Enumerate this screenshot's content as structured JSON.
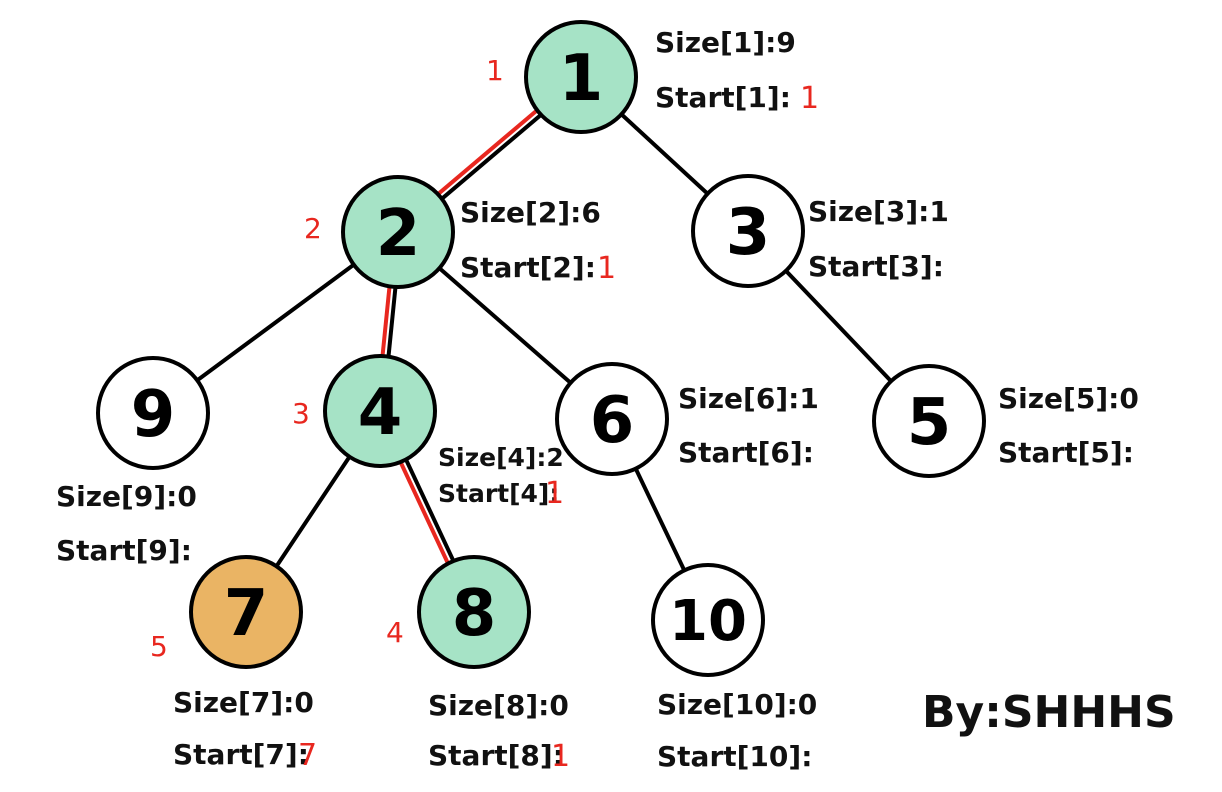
{
  "colors": {
    "heavy_path": "#a6e3c6",
    "current": "#eab464",
    "plain": "#ffffff",
    "stroke": "#000000",
    "accent_red": "#e8271f"
  },
  "nodes": [
    {
      "id": "1",
      "fill": "heavy_path",
      "size_label": "Size[1]:9",
      "start_label": "Start[1]:",
      "start_value": "1",
      "order": "1"
    },
    {
      "id": "2",
      "fill": "heavy_path",
      "size_label": "Size[2]:6",
      "start_label": "Start[2]:",
      "start_value": "1",
      "order": "2"
    },
    {
      "id": "3",
      "fill": "plain",
      "size_label": "Size[3]:1",
      "start_label": "Start[3]:",
      "start_value": "",
      "order": ""
    },
    {
      "id": "9",
      "fill": "plain",
      "size_label": "Size[9]:0",
      "start_label": "Start[9]:",
      "start_value": "",
      "order": ""
    },
    {
      "id": "4",
      "fill": "heavy_path",
      "size_label": "Size[4]:2",
      "start_label": "Start[4]:",
      "start_value": "1",
      "order": "3"
    },
    {
      "id": "6",
      "fill": "plain",
      "size_label": "Size[6]:1",
      "start_label": "Start[6]:",
      "start_value": "",
      "order": ""
    },
    {
      "id": "5",
      "fill": "plain",
      "size_label": "Size[5]:0",
      "start_label": "Start[5]:",
      "start_value": "",
      "order": ""
    },
    {
      "id": "7",
      "fill": "current",
      "size_label": "Size[7]:0",
      "start_label": "Start[7]:",
      "start_value": "7",
      "order": "5"
    },
    {
      "id": "8",
      "fill": "heavy_path",
      "size_label": "Size[8]:0",
      "start_label": "Start[8]:",
      "start_value": "1",
      "order": "4"
    },
    {
      "id": "10",
      "fill": "plain",
      "size_label": "Size[10]:0",
      "start_label": "Start[10]:",
      "start_value": "",
      "order": ""
    }
  ],
  "edges": [
    {
      "from": "1",
      "to": "2",
      "heavy": true
    },
    {
      "from": "1",
      "to": "3",
      "heavy": false
    },
    {
      "from": "2",
      "to": "9",
      "heavy": false
    },
    {
      "from": "2",
      "to": "4",
      "heavy": true
    },
    {
      "from": "2",
      "to": "6",
      "heavy": false
    },
    {
      "from": "3",
      "to": "5",
      "heavy": false
    },
    {
      "from": "4",
      "to": "7",
      "heavy": false
    },
    {
      "from": "4",
      "to": "8",
      "heavy": true
    },
    {
      "from": "6",
      "to": "10",
      "heavy": false
    }
  ],
  "credit": "By:SHHHS"
}
